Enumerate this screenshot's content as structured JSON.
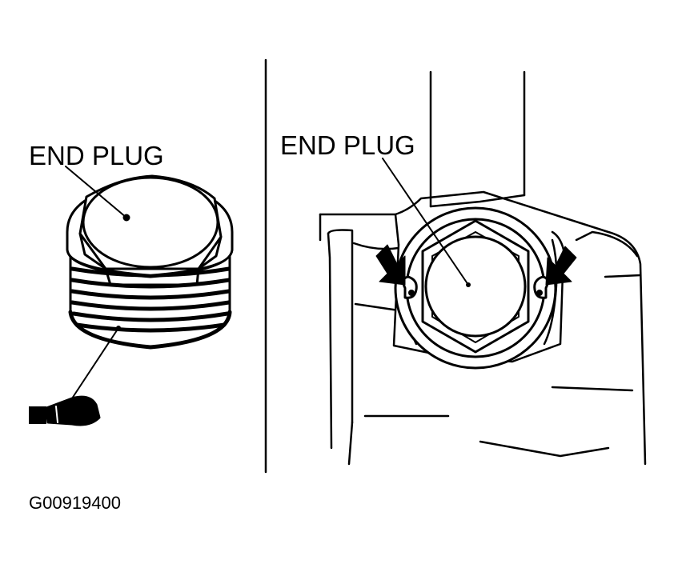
{
  "labels": {
    "left_callout": "END PLUG",
    "right_callout": "END PLUG"
  },
  "figure_code": "G00919400"
}
